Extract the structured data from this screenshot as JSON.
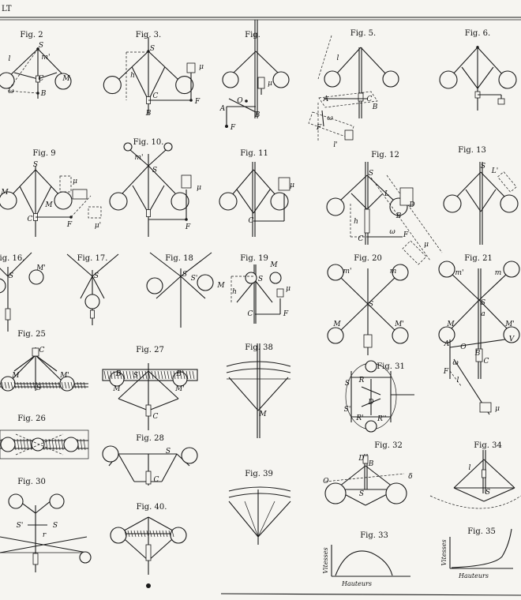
{
  "header": {
    "corner_text": "LT"
  },
  "figures": [
    {
      "id": "fig-2",
      "title": "Fig. 2",
      "labels": [
        "S",
        "m'",
        "C",
        "B",
        "M",
        "ω",
        "l"
      ]
    },
    {
      "id": "fig-3",
      "title": "Fig. 3.",
      "labels": [
        "S",
        "h",
        "C",
        "B",
        "F",
        "μ"
      ]
    },
    {
      "id": "fig-4",
      "title": "Fig.",
      "labels": [
        "A",
        "O",
        "B",
        "F",
        "μ"
      ]
    },
    {
      "id": "fig-5",
      "title": "Fig. 5.",
      "labels": [
        "l",
        "C",
        "B",
        "A",
        "ω",
        "F",
        "l'"
      ]
    },
    {
      "id": "fig-6",
      "title": "Fig. 6.",
      "labels": []
    },
    {
      "id": "fig-9",
      "title": "Fig. 9",
      "labels": [
        "S",
        "M",
        "M",
        "C",
        "F",
        "μ",
        "μ'"
      ]
    },
    {
      "id": "fig-10",
      "title": "Fig. 10.",
      "labels": [
        "m'",
        "S",
        "F",
        "μ"
      ]
    },
    {
      "id": "fig-11",
      "title": "Fig. 11",
      "labels": [
        "C",
        "μ"
      ]
    },
    {
      "id": "fig-12",
      "title": "Fig. 12",
      "labels": [
        "S",
        "L",
        "D",
        "B",
        "h",
        "C",
        "ω",
        "F",
        "μ"
      ]
    },
    {
      "id": "fig-13",
      "title": "Fig. 13",
      "labels": [
        "S",
        "L'"
      ]
    },
    {
      "id": "fig-16",
      "title": "Fig. 16.",
      "labels": [
        "S",
        "M'"
      ]
    },
    {
      "id": "fig-17",
      "title": "Fig. 17.",
      "labels": [
        "S"
      ]
    },
    {
      "id": "fig-18",
      "title": "Fig. 18",
      "labels": [
        "S",
        "S'",
        "M"
      ]
    },
    {
      "id": "fig-19",
      "title": "Fig. 19",
      "labels": [
        "S",
        "M",
        "h",
        "F",
        "C",
        "μ"
      ]
    },
    {
      "id": "fig-20",
      "title": "Fig. 20",
      "labels": [
        "m'",
        "m",
        "S",
        "M",
        "M'"
      ]
    },
    {
      "id": "fig-21",
      "title": "Fig. 21",
      "labels": [
        "m'",
        "m",
        "S",
        "a",
        "M",
        "M'",
        "A",
        "O",
        "V",
        "B",
        "C",
        "ω",
        "F",
        "l",
        "μ"
      ]
    },
    {
      "id": "fig-25",
      "title": "Fig. 25",
      "labels": [
        "C",
        "S",
        "M",
        "M'"
      ]
    },
    {
      "id": "fig-27",
      "title": "Fig. 27",
      "labels": [
        "S",
        "B",
        "B'",
        "M",
        "M'",
        "C"
      ]
    },
    {
      "id": "fig-38",
      "title": "Fig. 38",
      "labels": [
        "M"
      ]
    },
    {
      "id": "fig-31",
      "title": "Fig. 31",
      "labels": [
        "S",
        "R",
        "D",
        "R'",
        "S'",
        "R''"
      ]
    },
    {
      "id": "fig-26",
      "title": "Fig. 26",
      "labels": []
    },
    {
      "id": "fig-28",
      "title": "Fig. 28",
      "labels": [
        "S",
        "C"
      ]
    },
    {
      "id": "fig-32",
      "title": "Fig. 32",
      "labels": [
        "D",
        "B",
        "O",
        "S",
        "δ"
      ]
    },
    {
      "id": "fig-34",
      "title": "Fig. 34",
      "labels": [
        "l",
        "S"
      ]
    },
    {
      "id": "fig-30",
      "title": "Fig. 30",
      "labels": [
        "S'",
        "S",
        "r"
      ]
    },
    {
      "id": "fig-40",
      "title": "Fig. 40.",
      "labels": []
    },
    {
      "id": "fig-39",
      "title": "Fig. 39",
      "labels": []
    },
    {
      "id": "fig-33",
      "title": "Fig. 33",
      "labels": [],
      "xlabel": "Hauteurs",
      "ylabel": "Vitesses"
    },
    {
      "id": "fig-35",
      "title": "Fig. 35",
      "labels": [],
      "xlabel": "Hauteurs",
      "ylabel": "Vitesses"
    }
  ]
}
